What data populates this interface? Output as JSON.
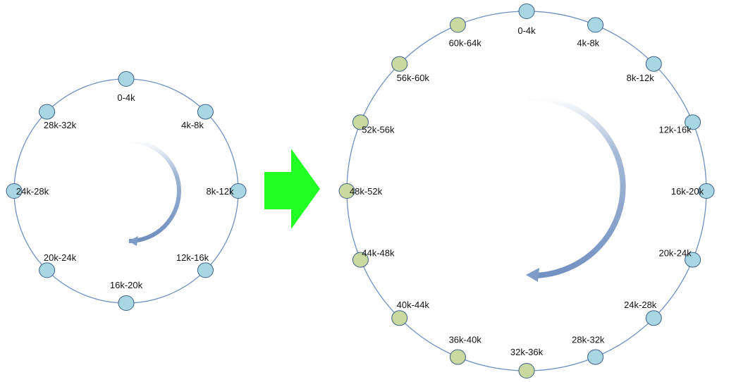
{
  "colors": {
    "ring": "#6f90c2",
    "node_blue_fill": "#a8d6e2",
    "node_green_fill": "#c9d9a0",
    "node_stroke": "#3d5f86",
    "big_arrow": "#22ff22",
    "rotation_arrow": "#7f9cc8"
  },
  "small_ring": {
    "nodes": [
      {
        "label": "0-4k",
        "color": "blue"
      },
      {
        "label": "4k-8k",
        "color": "blue"
      },
      {
        "label": "8k-12k",
        "color": "blue"
      },
      {
        "label": "12k-16k",
        "color": "blue"
      },
      {
        "label": "16k-20k",
        "color": "blue"
      },
      {
        "label": "20k-24k",
        "color": "blue"
      },
      {
        "label": "24k-28k",
        "color": "blue"
      },
      {
        "label": "28k-32k",
        "color": "blue"
      }
    ]
  },
  "large_ring": {
    "nodes": [
      {
        "label": "0-4k",
        "color": "blue"
      },
      {
        "label": "4k-8k",
        "color": "blue"
      },
      {
        "label": "8k-12k",
        "color": "blue"
      },
      {
        "label": "12k-16k",
        "color": "blue"
      },
      {
        "label": "16k-20k",
        "color": "blue"
      },
      {
        "label": "20k-24k",
        "color": "blue"
      },
      {
        "label": "24k-28k",
        "color": "blue"
      },
      {
        "label": "28k-32k",
        "color": "blue"
      },
      {
        "label": "32k-36k",
        "color": "green"
      },
      {
        "label": "36k-40k",
        "color": "green"
      },
      {
        "label": "40k-44k",
        "color": "green"
      },
      {
        "label": "44k-48k",
        "color": "green"
      },
      {
        "label": "48k-52k",
        "color": "green"
      },
      {
        "label": "52k-56k",
        "color": "green"
      },
      {
        "label": "56k-60k",
        "color": "green"
      },
      {
        "label": "60k-64k",
        "color": "green"
      }
    ]
  },
  "icons": {
    "transition": "right-arrow-icon",
    "rotation": "clockwise-arrow-icon"
  }
}
